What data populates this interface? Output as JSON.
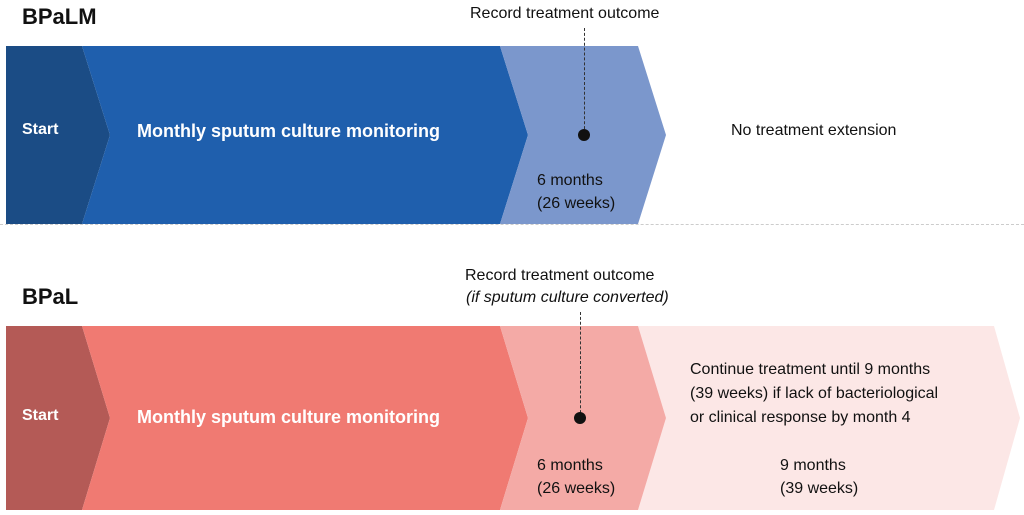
{
  "bpalm": {
    "title": "BPaLM",
    "start_label": "Start",
    "monitoring_label": "Monthly sputum culture monitoring",
    "outcome_label": "Record treatment outcome",
    "duration_label": "6 months",
    "duration_weeks": "(26 weeks)",
    "extension_label": "No treatment extension",
    "colors": {
      "start": "#1b4c85",
      "monitoring": "#1f5fad",
      "duration": "#7b97cc"
    }
  },
  "bpal": {
    "title": "BPaL",
    "start_label": "Start",
    "monitoring_label": "Monthly sputum culture monitoring",
    "outcome_label": "Record treatment outcome",
    "outcome_condition": "(if sputum culture converted)",
    "duration_label": "6 months",
    "duration_weeks": "(26 weeks)",
    "extension_lines": [
      "Continue treatment until 9 months",
      "(39 weeks) if lack of bacteriological",
      "or clinical response by month 4"
    ],
    "extension_duration_label": "9 months",
    "extension_duration_weeks": "(39 weeks)",
    "colors": {
      "start": "#b45a56",
      "monitoring": "#f07a72",
      "duration": "#f4aaa6",
      "extension": "#fce7e6"
    }
  }
}
